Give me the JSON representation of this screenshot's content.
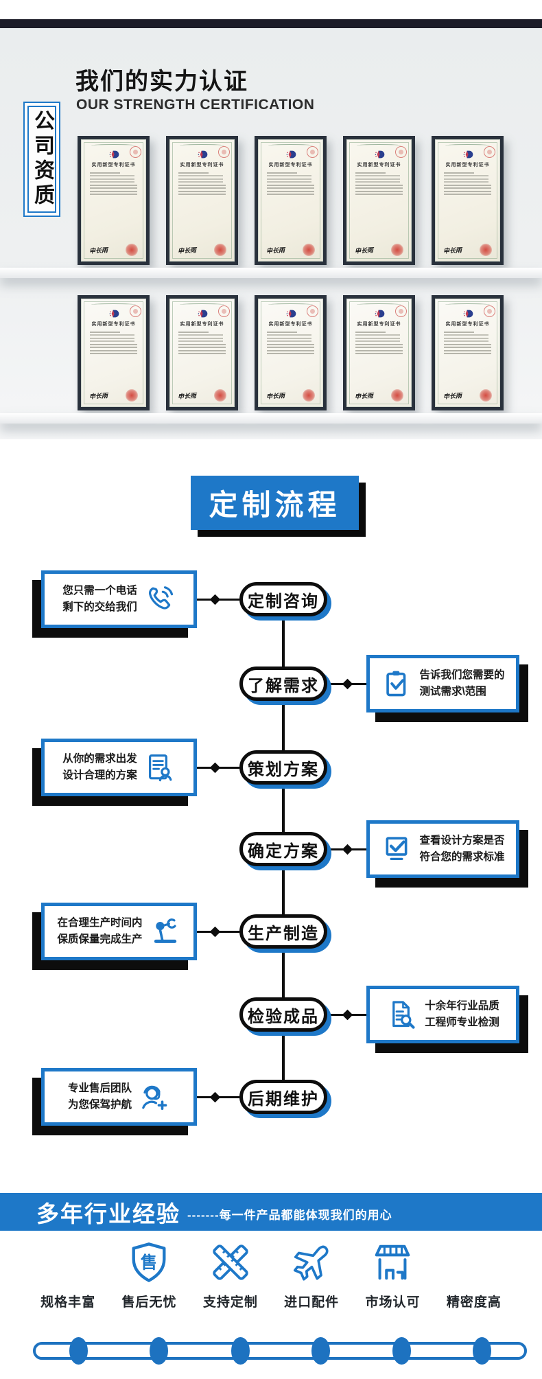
{
  "colors": {
    "accent": "#1e78c8",
    "dark": "#0d0d0d",
    "topbar": "#1c1c28",
    "banner": "#1e78c8",
    "teal": "#25c4cf"
  },
  "header": {
    "title": "我们的实力认证",
    "subtitle": "OUR STRENGTH CERTIFICATION",
    "side_tab": "公司资质"
  },
  "certificates": {
    "title": "实用新型专利证书",
    "signature": "申长雨",
    "row_counts": [
      5,
      5
    ]
  },
  "flow": {
    "title": "定制流程",
    "steps": [
      {
        "label": "定制咨询",
        "side": "left",
        "icon": "phone-icon",
        "note_lines": [
          "您只需一个电话",
          "剩下的交给我们"
        ]
      },
      {
        "label": "了解需求",
        "side": "right",
        "icon": "clipboard-check-icon",
        "note_lines": [
          "告诉我们您需要的",
          "测试需求\\范围"
        ]
      },
      {
        "label": "策划方案",
        "side": "left",
        "icon": "document-user-icon",
        "note_lines": [
          "从你的需求出发",
          "设计合理的方案"
        ]
      },
      {
        "label": "确定方案",
        "side": "right",
        "icon": "checkbox-icon",
        "note_lines": [
          "查看设计方案是否",
          "符合您的需求标准"
        ]
      },
      {
        "label": "生产制造",
        "side": "left",
        "icon": "robot-arm-icon",
        "note_lines": [
          "在合理生产时间内",
          "保质保量完成生产"
        ]
      },
      {
        "label": "检验成品",
        "side": "right",
        "icon": "document-search-icon",
        "note_lines": [
          "十余年行业品质",
          "工程师专业检测"
        ]
      },
      {
        "label": "后期维护",
        "side": "left",
        "icon": "support-agent-icon",
        "note_lines": [
          "专业售后团队",
          "为您保驾护航"
        ]
      }
    ]
  },
  "banner": {
    "title": "多年行业经验",
    "tagline": "-------每一件产品都能体现我们的用心"
  },
  "features": [
    {
      "label": "规格丰富",
      "icon": "layers-icon"
    },
    {
      "label": "售后无忧",
      "icon": "after-sale-shield-icon"
    },
    {
      "label": "支持定制",
      "icon": "crossed-rulers-icon"
    },
    {
      "label": "进口配件",
      "icon": "airplane-icon"
    },
    {
      "label": "市场认可",
      "icon": "storefront-icon"
    },
    {
      "label": "精密度高",
      "icon": "precision-chart-icon"
    }
  ],
  "progress": {
    "dot_count": 6
  }
}
